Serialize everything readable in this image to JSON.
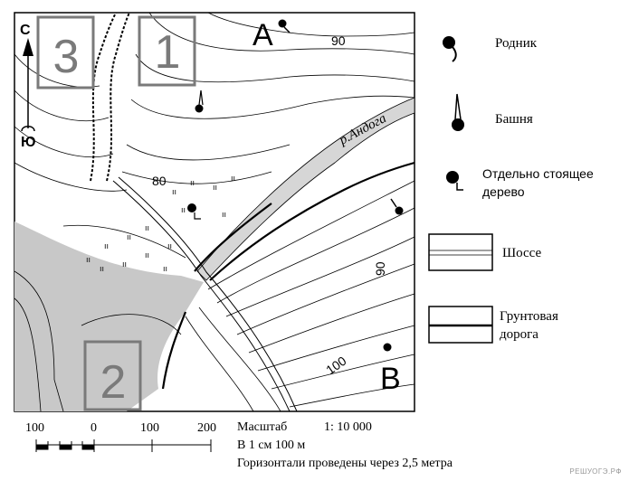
{
  "map": {
    "compass": {
      "north": "С",
      "south": "Ю"
    },
    "point_labels": {
      "a": "А",
      "b": "В"
    },
    "square_labels": [
      "1",
      "2",
      "3"
    ],
    "contour_labels": [
      "90",
      "80",
      "90",
      "100"
    ],
    "river_label": "р.Андога",
    "colors": {
      "water": "#d6d6d6",
      "swamp": "#c8c8c8",
      "line": "#000000",
      "square": "#7a7a7a"
    }
  },
  "legend": {
    "spring": "Родник",
    "tower": "Башня",
    "tree_line1": "Отдельно стоящее",
    "tree_line2": "дерево",
    "highway": "Шоссе",
    "dirt_road_line1": "Грунтовая",
    "dirt_road_line2": "дорога"
  },
  "scale": {
    "ticks": [
      "100",
      "0",
      "100",
      "200"
    ],
    "label": "Масштаб",
    "ratio": "1: 10 000",
    "per_cm": "В 1 см 100 м",
    "contour_interval": "Горизонтали проведены через 2,5 метра"
  },
  "watermark": "РЕШУОГЭ.РФ"
}
